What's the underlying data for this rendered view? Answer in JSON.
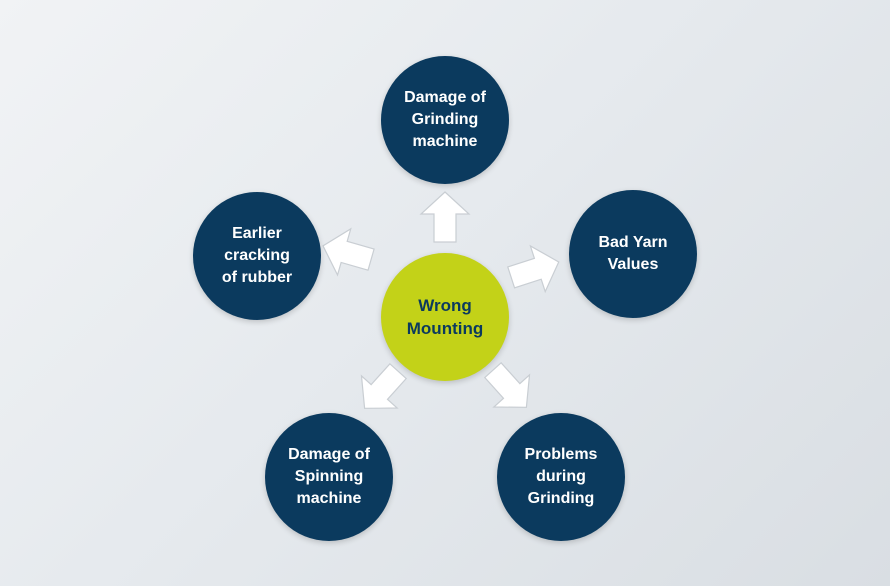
{
  "diagram": {
    "center": {
      "label": "Wrong\nMounting",
      "color": "#c3d218"
    },
    "nodes": [
      {
        "id": "grinding-machine-damage",
        "label": "Damage of\nGrinding\nmachine"
      },
      {
        "id": "bad-yarn-values",
        "label": "Bad Yarn\nValues"
      },
      {
        "id": "problems-during-grinding",
        "label": "Problems\nduring\nGrinding"
      },
      {
        "id": "spinning-machine-damage",
        "label": "Damage of\nSpinning\nmachine"
      },
      {
        "id": "earlier-cracking",
        "label": "Earlier\ncracking\nof rubber"
      }
    ],
    "node_color": "#0b3a5e",
    "arrow_color": "#ffffff"
  }
}
